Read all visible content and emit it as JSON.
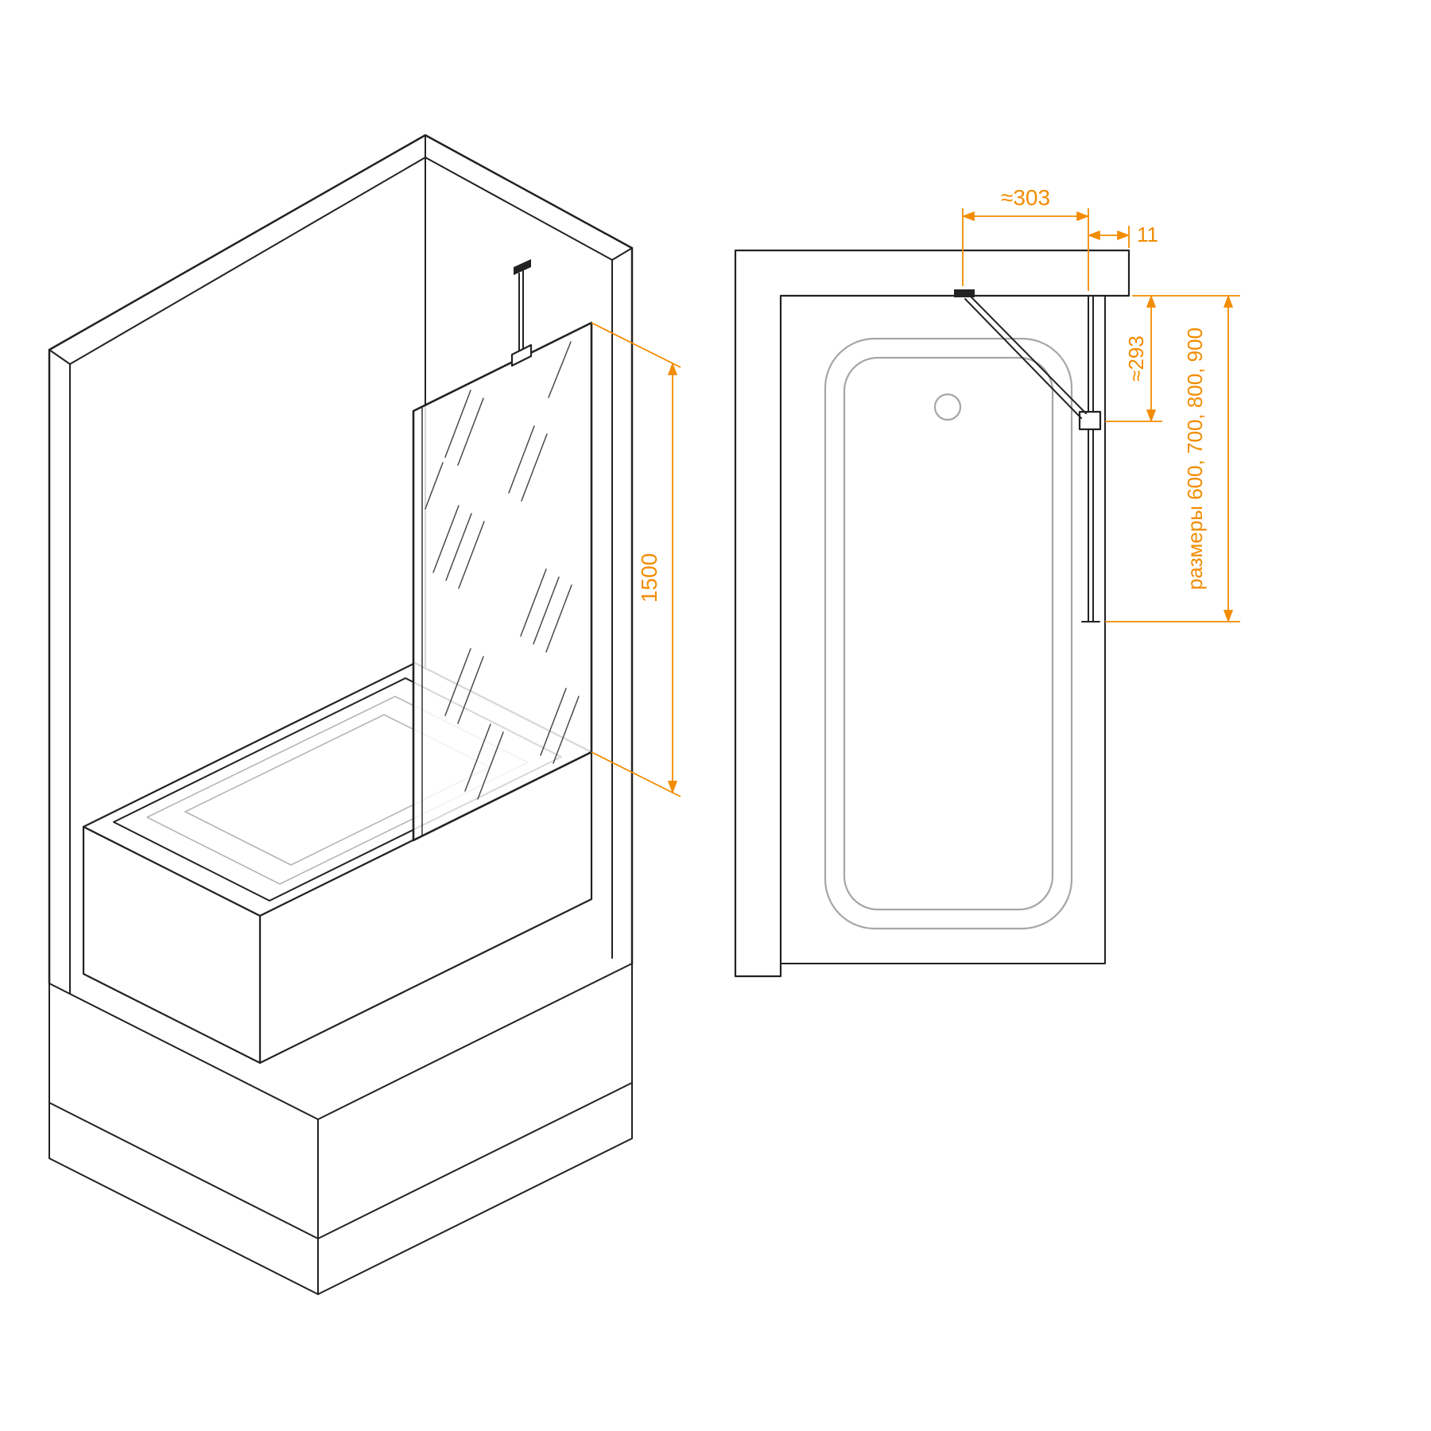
{
  "colors": {
    "accent": "#F28C00",
    "line": "#222222",
    "muted": "#A6A6A6"
  },
  "isometric_view": {
    "glass_height_label": "1500"
  },
  "plan_view": {
    "top_span_label": "≈303",
    "edge_gap_label": "11",
    "side_depth_label": "≈293",
    "sizes_label": "размеры 600, 700, 800, 900"
  }
}
